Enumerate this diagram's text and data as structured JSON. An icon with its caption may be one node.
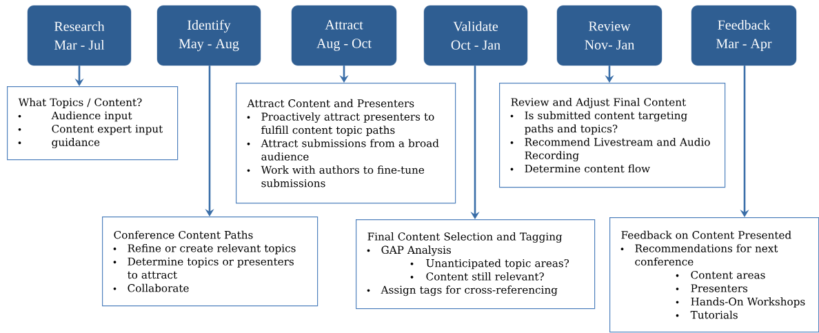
{
  "diagram": {
    "nodes": [
      {
        "text": [
          "Research",
          "Mar - Jul"
        ]
      },
      {
        "text": [
          "Identify",
          "May - Aug"
        ]
      },
      {
        "text": [
          "Attract",
          "Aug - Oct"
        ]
      },
      {
        "text": [
          "Validate",
          "Oct - Jan"
        ]
      },
      {
        "text": [
          "Review",
          "Nov- Jan"
        ]
      },
      {
        "text": [
          "Feedback",
          "Mar - Apr"
        ]
      },
      {
        "text": [
          "What Topics / Content?",
          "Audience input",
          "Content expert input",
          "guidance"
        ]
      },
      {
        "text": [
          "Attract Content and Presenters",
          "Proactively attract presenters to fulfill content topic paths",
          "Attract submissions from a broad audience",
          "Work with authors to fine-tune submissions"
        ]
      },
      {
        "text": [
          "Review and Adjust Final Content",
          "Is submitted content targeting paths and topics?",
          "Recommend Livestream and Audio Recording",
          "Determine content flow"
        ]
      },
      {
        "text": [
          "Conference Content Paths",
          "Refine or create relevant topics",
          "Determine topics or presenters to attract",
          "Collaborate"
        ]
      },
      {
        "text": [
          "Final Content Selection and Tagging",
          "GAP Analysis",
          "Unanticipated topic areas?",
          "Content still relevant?",
          "Assign tags for cross-referencing"
        ]
      },
      {
        "text": [
          "Feedback on Content Presented",
          "Recommendations for next conference",
          "Content areas",
          "Presenters",
          "Hands-On Workshops",
          "Tutorials"
        ]
      }
    ],
    "edges": [
      {
        "from": 0,
        "to": 6,
        "arrow": "to"
      },
      {
        "from": 1,
        "to": 9,
        "arrow": "to"
      },
      {
        "from": 2,
        "to": 7,
        "arrow": "to"
      },
      {
        "from": 3,
        "to": 10,
        "arrow": "to"
      },
      {
        "from": 4,
        "to": 8,
        "arrow": "to"
      },
      {
        "from": 5,
        "to": 11,
        "arrow": "to"
      }
    ]
  }
}
